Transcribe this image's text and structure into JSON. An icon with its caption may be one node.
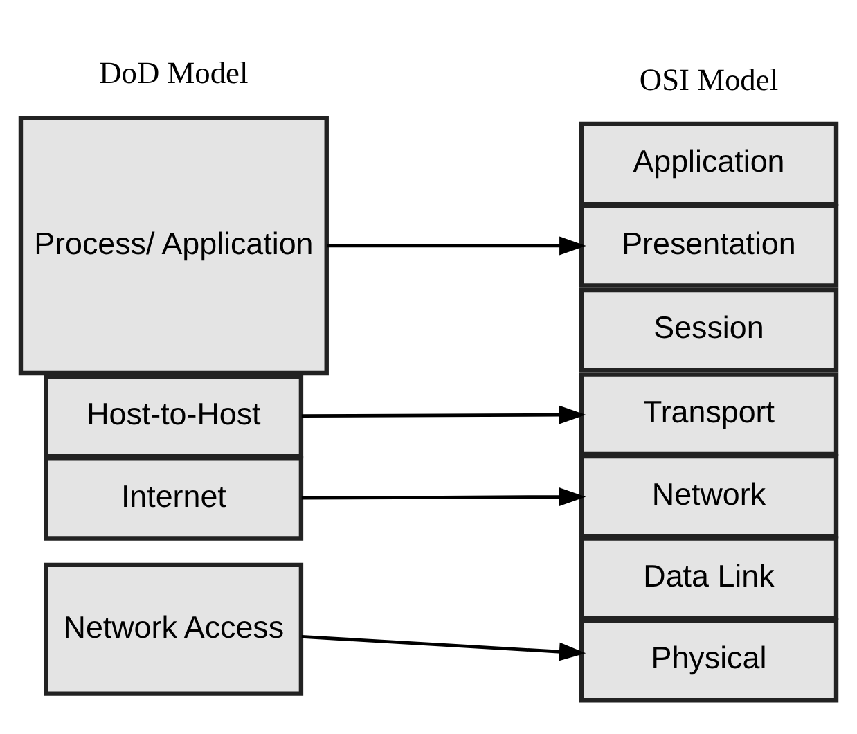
{
  "diagram": {
    "nodes": [
      {
        "text": [
          "Process/ Application"
        ]
      },
      {
        "text": [
          "Host-to-Host"
        ]
      },
      {
        "text": [
          "Internet"
        ]
      },
      {
        "text": [
          "Network Access"
        ]
      },
      {
        "text": [
          "Application"
        ]
      },
      {
        "text": [
          "Presentation"
        ]
      },
      {
        "text": [
          "Session"
        ]
      },
      {
        "text": [
          "Transport"
        ]
      },
      {
        "text": [
          "Network"
        ]
      },
      {
        "text": [
          "Data Link"
        ]
      },
      {
        "text": [
          "Physical"
        ]
      }
    ],
    "edges": [
      {
        "from": 0,
        "to": 5,
        "arrow": "to"
      },
      {
        "from": 1,
        "to": 7,
        "arrow": "to"
      },
      {
        "from": 2,
        "to": 8,
        "arrow": "to"
      },
      {
        "from": 3,
        "to": 10,
        "arrow": "to"
      }
    ],
    "labels": [
      "DoD Model",
      "OSI Model"
    ]
  }
}
